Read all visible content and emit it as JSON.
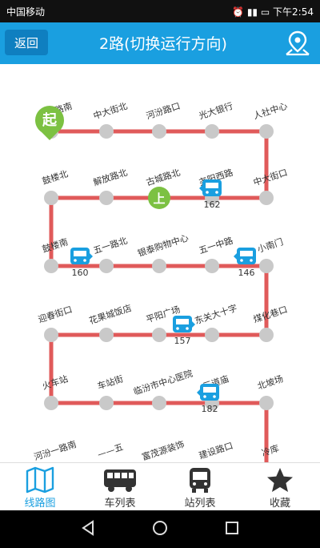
{
  "status": {
    "carrier": "中国移动",
    "time": "下午2:54"
  },
  "header": {
    "back_label": "返回",
    "title": "2路(切换运行方向)",
    "map_icon": "map-pin-icon",
    "accent": "#1a9fe0"
  },
  "route": {
    "line_color": "#e05a5a",
    "start_badge": "起",
    "board_badge": "上",
    "rows": [
      [
        "工业路南",
        "中大街北",
        "河汾路口",
        "光大银行",
        "人社中心"
      ],
      [
        "鼓楼北",
        "解放路北",
        "古城路北",
        "尧阳西路",
        "中大街口"
      ],
      [
        "鼓楼南",
        "五一路北",
        "银泰购物中心",
        "五一中路",
        "小南门"
      ],
      [
        "迎春街口",
        "花果城饭店",
        "平阳广场",
        "东关大十字",
        "煤化巷口"
      ],
      [
        "火车站",
        "车站街",
        "临汾市中心医院",
        "三道庙",
        "北坡场"
      ],
      [
        "河汾一路南",
        "——五",
        "富茂源装饰",
        "建设路口",
        "冷库"
      ]
    ],
    "buses": [
      {
        "plate": "162"
      },
      {
        "plate": "160"
      },
      {
        "plate": "146"
      },
      {
        "plate": "157"
      },
      {
        "plate": "182"
      }
    ]
  },
  "tabs": [
    {
      "label": "线路图",
      "icon": "map-book-icon",
      "active": true
    },
    {
      "label": "车列表",
      "icon": "bus-side-icon",
      "active": false
    },
    {
      "label": "站列表",
      "icon": "bus-front-icon",
      "active": false
    },
    {
      "label": "收藏",
      "icon": "star-icon",
      "active": false
    }
  ]
}
